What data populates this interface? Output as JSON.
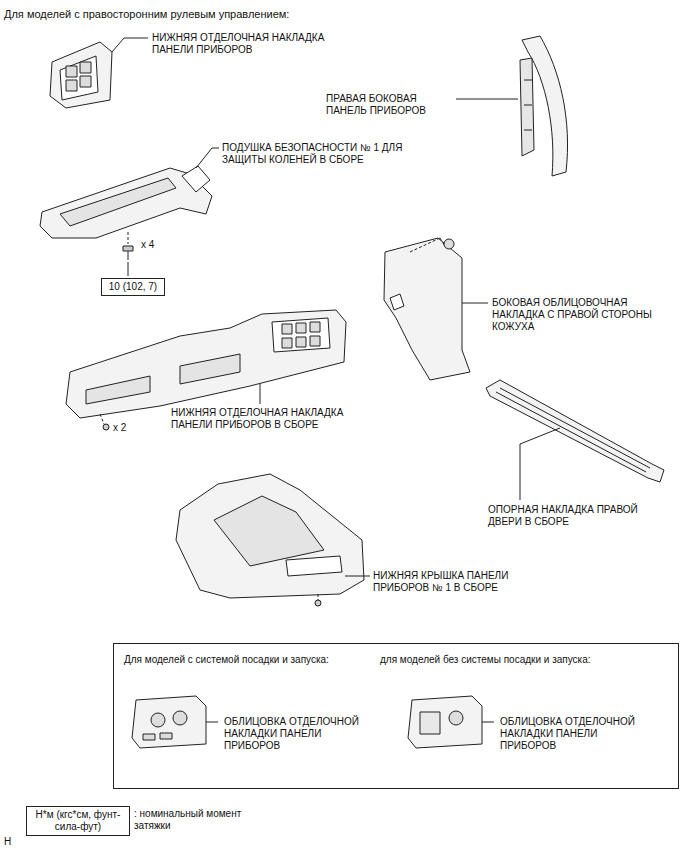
{
  "diagram": {
    "title": "Для моделей с правосторонним рулевым управлением:",
    "nodes": [
      {
        "text": [
          "Для моделей с системой посадки и запуска:",
          "для моделей без системы посадки и запуска:",
          "ОБЛИЦОВКА ОТДЕЛОЧНОЙ НАКЛАДКИ ПАНЕЛИ ПРИБОРОВ",
          "ОБЛИЦОВКА ОТДЕЛОЧНОЙ НАКЛАДКИ ПАНЕЛИ ПРИБОРОВ"
        ]
      },
      {
        "text": [
          "10 (102, 7)"
        ]
      },
      {
        "text": [
          "Н*м (кгс*см, фунт-сила-фут)"
        ]
      }
    ],
    "labels": [
      "НИЖНЯЯ ОТДЕЛОЧНАЯ НАКЛАДКА ПАНЕЛИ ПРИБОРОВ",
      "ПРАВАЯ БОКОВАЯ ПАНЕЛЬ ПРИБОРОВ",
      "ПОДУШКА БЕЗОПАСНОСТИ № 1 ДЛЯ ЗАЩИТЫ КОЛЕНЕЙ В СБОРЕ",
      "x 4",
      "БОКОВАЯ ОБЛИЦОВОЧНАЯ НАКЛАДКА С ПРАВОЙ СТОРОНЫ КОЖУХА",
      "НИЖНЯЯ ОТДЕЛОЧНАЯ НАКЛАДКА ПАНЕЛИ ПРИБОРОВ В СБОРЕ",
      "x 2",
      "ОПОРНАЯ НАКЛАДКА ПРАВОЙ ДВЕРИ В СБОРЕ",
      "НИЖНЯЯ КРЫШКА ПАНЕЛИ ПРИБОРОВ № 1 В СБОРЕ",
      ": номинальный момент затяжки",
      "H"
    ]
  }
}
